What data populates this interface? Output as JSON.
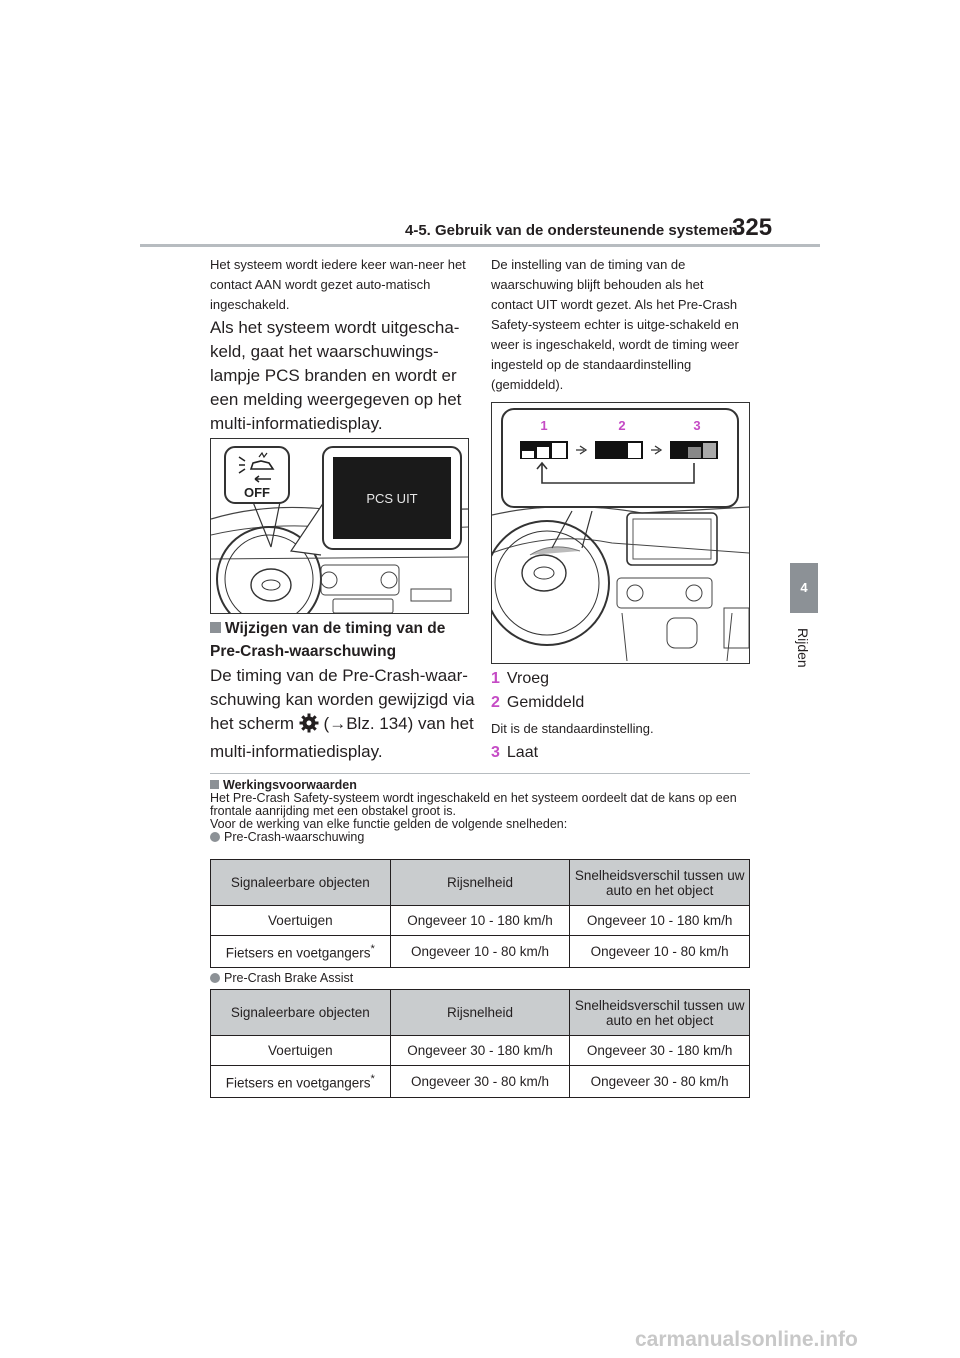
{
  "header": {
    "section_title": "4-5. Gebruik van de ondersteunende systemen",
    "page_number": "325"
  },
  "side": {
    "chapter_number": "4",
    "chapter_label": "Rijden"
  },
  "left": {
    "intro_small": "Het systeem wordt iedere keer wan-neer het contact AAN wordt gezet auto-matisch ingeschakeld.",
    "intro_big": "Als het systeem wordt uitgescha-keld, gaat het waarschuwings-lampje PCS branden en wordt er een melding weergegeven op het multi-informatiedisplay.",
    "figure1": {
      "icon_text": "OFF",
      "screen_text": "PCS UIT"
    },
    "heading": "Wijzigen van de timing van de Pre-Crash-waarschuwing",
    "para_a": "De timing van de Pre-Crash-waar-schuwing kan worden gewijzigd via het scherm ",
    "para_b": " (→Blz. 134) van het multi-informatiedisplay."
  },
  "right": {
    "intro": "De instelling van de timing van de waarschuwing blijft behouden als het contact UIT wordt gezet. Als het Pre-Crash Safety-systeem echter is uitge-schakeld en weer is ingeschakeld, wordt de timing weer ingesteld op de standaardinstelling (gemiddeld).",
    "figure2": {
      "labels": [
        "1",
        "2",
        "3"
      ]
    },
    "items": [
      {
        "num": "1",
        "label": "Vroeg"
      },
      {
        "num": "2",
        "label": "Gemiddeld"
      },
      {
        "num": "3",
        "label": "Laat"
      }
    ],
    "default_note": "Dit is de standaardinstelling."
  },
  "notes": {
    "title": "Werkingsvoorwaarden",
    "text1": "Het Pre-Crash Safety-systeem wordt ingeschakeld en het systeem oordeelt dat de kans op een frontale aanrijding met een obstakel groot is.",
    "text2": "Voor de werking van elke functie gelden de volgende snelheden:",
    "bullet1": "Pre-Crash-waarschuwing",
    "bullet2": "Pre-Crash Brake Assist"
  },
  "table1": {
    "headers": [
      "Signaleerbare objecten",
      "Rijsnelheid",
      "Snelheidsverschil tussen uw auto en het object"
    ],
    "rows": [
      [
        "Voertuigen",
        "Ongeveer 10 - 180 km/h",
        "Ongeveer 10 - 180 km/h"
      ],
      [
        "Fietsers en voetgangers",
        "Ongeveer 10 - 80 km/h",
        "Ongeveer 10 - 80 km/h"
      ]
    ]
  },
  "table2": {
    "headers": [
      "Signaleerbare objecten",
      "Rijsnelheid",
      "Snelheidsverschil tussen uw auto en het object"
    ],
    "rows": [
      [
        "Voertuigen",
        "Ongeveer 30 - 180 km/h",
        "Ongeveer 30 - 180 km/h"
      ],
      [
        "Fietsers en voetgangers",
        "Ongeveer 30 - 80 km/h",
        "Ongeveer 30 - 80 km/h"
      ]
    ]
  },
  "asterisk": "*",
  "watermark": "carmanualsonline.info"
}
